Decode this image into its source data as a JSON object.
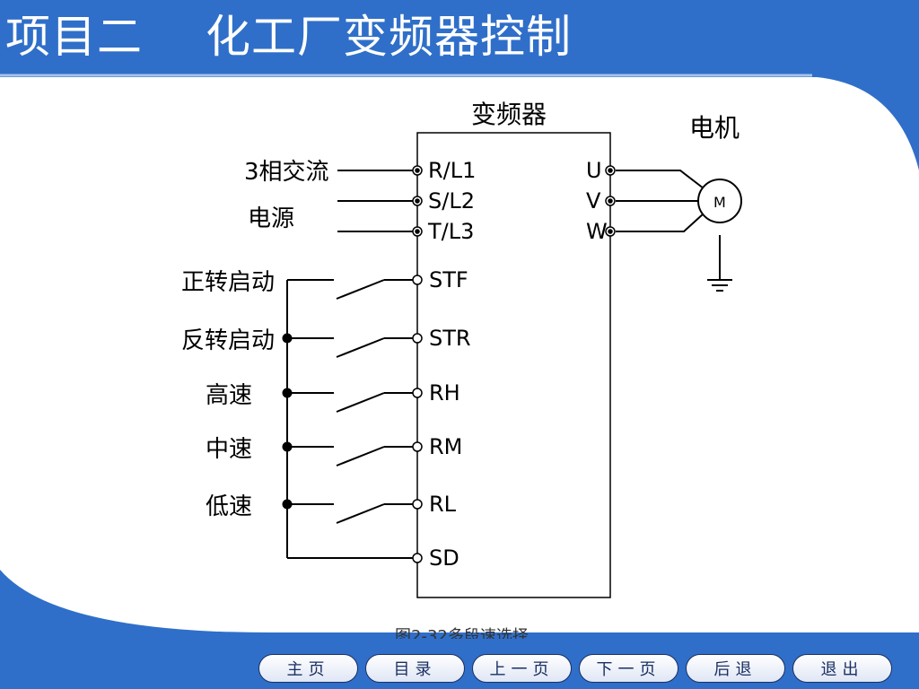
{
  "slide": {
    "title": "项目二",
    "subtitle": "化工厂变频器控制",
    "caption": "图2-32多段速选择"
  },
  "diagram": {
    "inverter_label": "变频器",
    "motor_label": "电机",
    "motor_symbol": "M",
    "power_label_line1": "3相交流",
    "power_label_line2": "电源",
    "input_terminals": [
      "R/L1",
      "S/L2",
      "T/L3"
    ],
    "output_terminals": [
      "U",
      "V",
      "W"
    ],
    "control_signals": [
      {
        "label": "正转启动",
        "terminal": "STF"
      },
      {
        "label": "反转启动",
        "terminal": "STR"
      },
      {
        "label": "高速",
        "terminal": "RH"
      },
      {
        "label": "中速",
        "terminal": "RM"
      },
      {
        "label": "低速",
        "terminal": "RL"
      }
    ],
    "common_terminal": "SD"
  },
  "nav": {
    "home": "主页",
    "contents": "目录",
    "prev": "上一页",
    "next": "下一页",
    "back": "后退",
    "exit": "退出"
  },
  "colors": {
    "background_blue": "#2f6fc9",
    "panel_white": "#ffffff",
    "nav_text": "#1a2f63"
  }
}
